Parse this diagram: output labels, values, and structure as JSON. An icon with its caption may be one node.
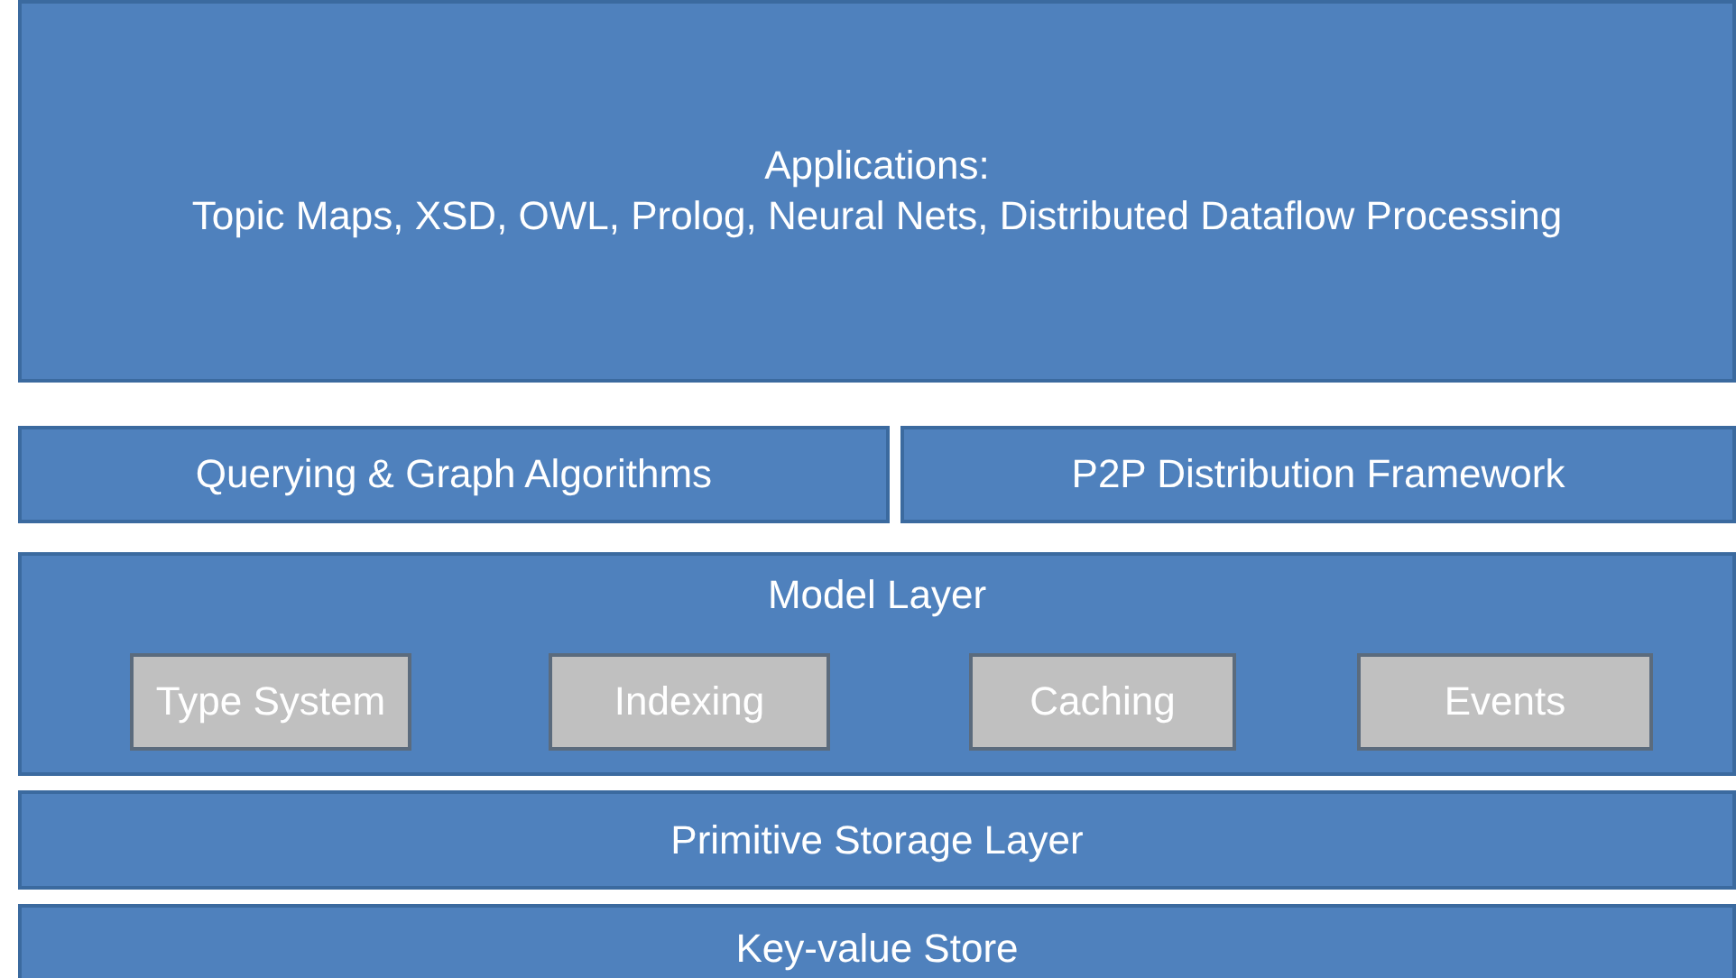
{
  "diagram": {
    "nodes": [
      {
        "text": [
          "Applications:",
          "Topic Maps, XSD, OWL, Prolog, Neural Nets, Distributed Dataflow Processing"
        ]
      },
      {
        "text": [
          "Querying & Graph Algorithms"
        ]
      },
      {
        "text": [
          "P2P Distribution Framework"
        ]
      },
      {
        "text": [
          "Model Layer"
        ]
      },
      {
        "text": [
          "Type System"
        ],
        "in": 3
      },
      {
        "text": [
          "Indexing"
        ],
        "in": 3
      },
      {
        "text": [
          "Caching"
        ],
        "in": 3
      },
      {
        "text": [
          "Events"
        ],
        "in": 3
      },
      {
        "text": [
          "Primitive Storage Layer"
        ]
      },
      {
        "text": [
          "Key-value Store"
        ]
      }
    ]
  }
}
